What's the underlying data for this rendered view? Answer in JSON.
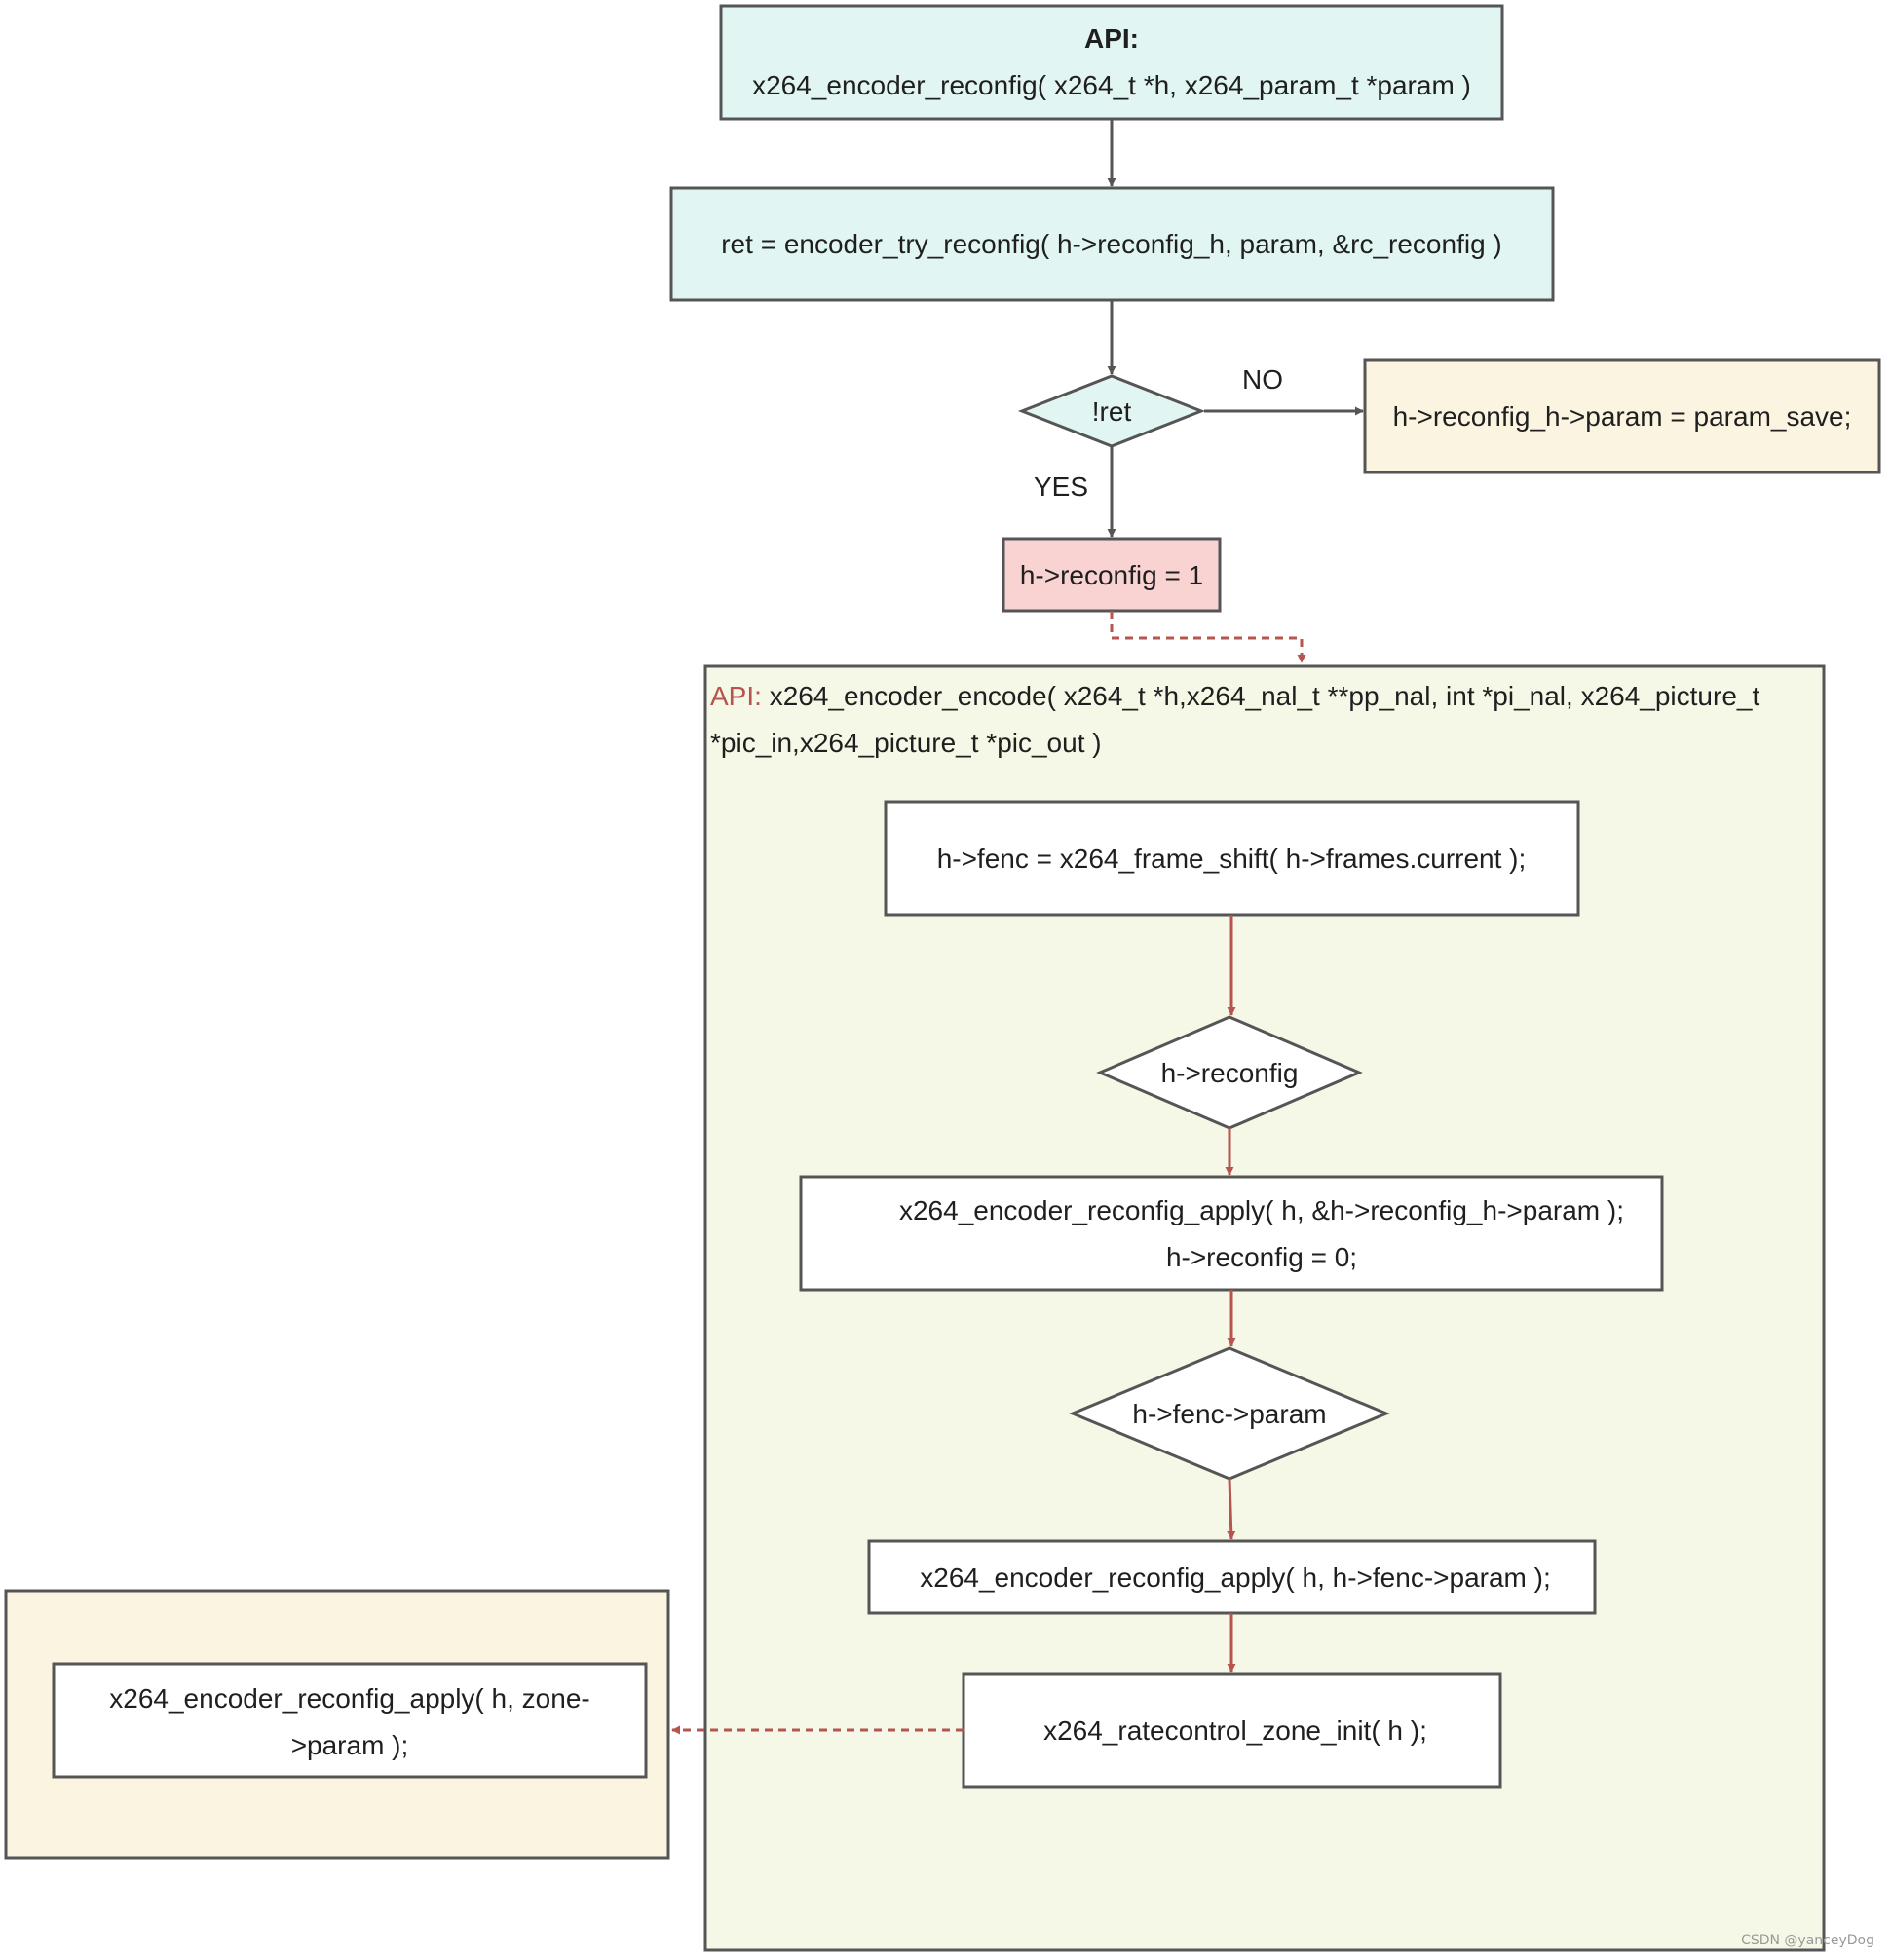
{
  "api_reconfig": {
    "line1": "API:",
    "line2": "x264_encoder_reconfig( x264_t *h, x264_param_t *param )"
  },
  "try_reconfig": "ret = encoder_try_reconfig( h->reconfig_h, param, &rc_reconfig )",
  "decision_ret": "!ret",
  "label_no": "NO",
  "label_yes": "YES",
  "param_save": "h->reconfig_h->param = param_save;",
  "set_reconfig": "h->reconfig = 1",
  "api_encode": {
    "prefix": "API:",
    "line1": " x264_encoder_encode( x264_t *h,x264_nal_t **pp_nal, int *pi_nal, x264_picture_t",
    "line2": "*pic_in,x264_picture_t *pic_out )"
  },
  "frame_shift": "h->fenc = x264_frame_shift( h->frames.current );",
  "decision_reconfig": "h->reconfig",
  "apply_reconfig": {
    "line1": "x264_encoder_reconfig_apply( h, &h->reconfig_h->param );",
    "line2": "h->reconfig = 0;"
  },
  "decision_fenc_param": "h->fenc->param",
  "apply_fenc_param": "x264_encoder_reconfig_apply( h, h->fenc->param );",
  "zone_init": "x264_ratecontrol_zone_init( h );",
  "apply_zone": {
    "line1": "x264_encoder_reconfig_apply( h, zone-",
    "line2": ">param );"
  },
  "watermark": "CSDN @yanceyDog",
  "colors": {
    "stroke": "#555555",
    "teal_fill": "#e1f5f2",
    "cream_fill": "#fbf4e0",
    "pink_fill": "#f8d3d2",
    "green_fill": "#f5f8e6",
    "white_fill": "#ffffff",
    "red_arrow": "#b85450"
  }
}
